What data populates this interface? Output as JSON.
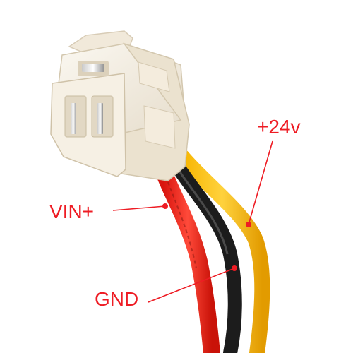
{
  "labels": {
    "supply": "+24v",
    "input": "VIN+",
    "ground": "GND"
  },
  "wires": {
    "supply": {
      "color": "#f7b500"
    },
    "input": {
      "color": "#e8261e"
    },
    "ground": {
      "color": "#1a1a1a"
    }
  },
  "connector": {
    "color": "#f3ece0"
  },
  "annotation_color": "#ee1c24",
  "icons": [
    "connector-plug-icon",
    "wire-icon"
  ]
}
